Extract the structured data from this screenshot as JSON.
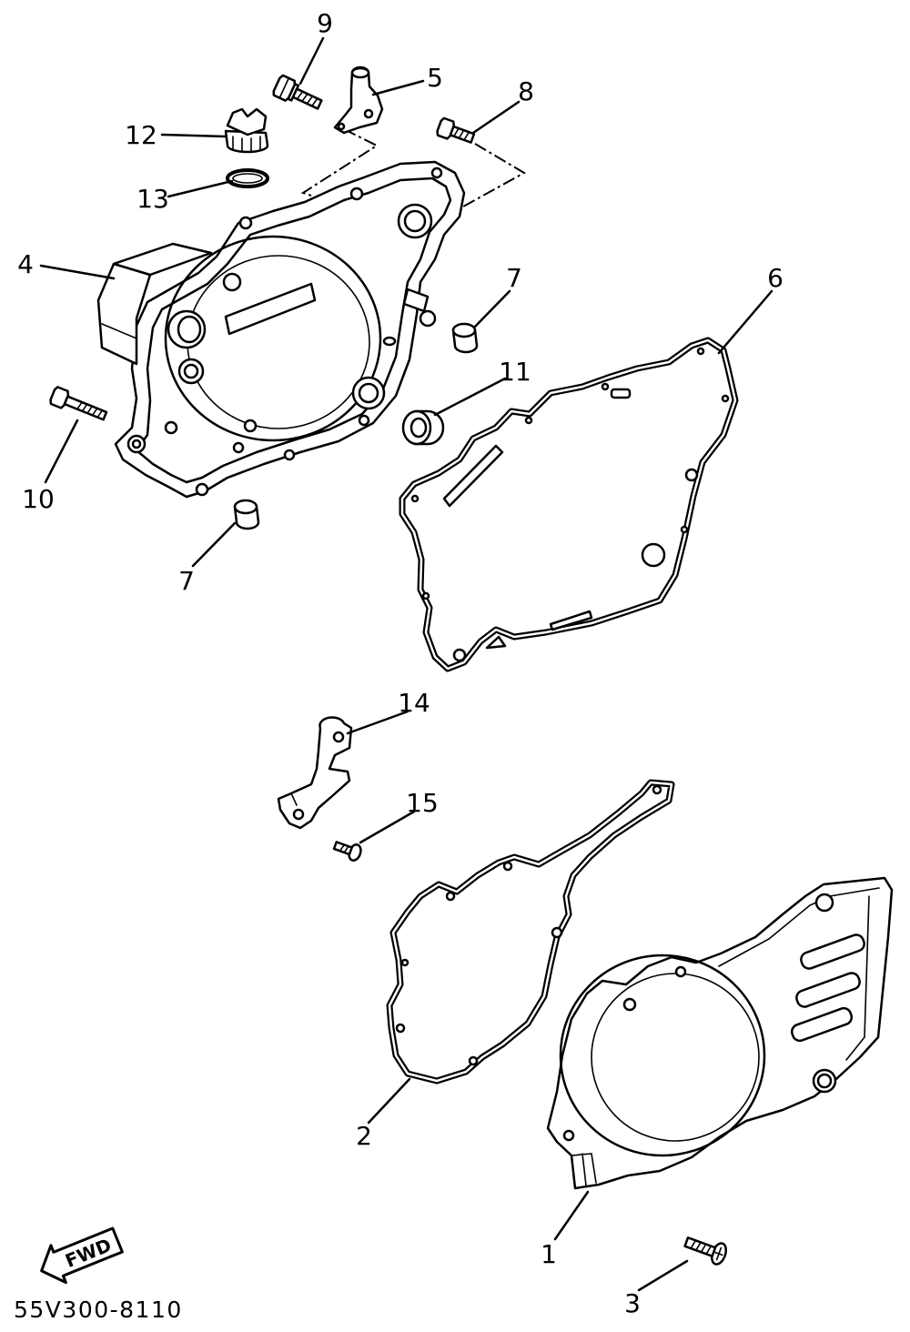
{
  "callouts": [
    "9",
    "5",
    "8",
    "12",
    "13",
    "4",
    "7",
    "6",
    "11",
    "10",
    "7",
    "14",
    "15",
    "2",
    "1",
    "3"
  ],
  "fwd_arrow": {
    "label": "FWD"
  },
  "diagram_code": "55V300-8110"
}
